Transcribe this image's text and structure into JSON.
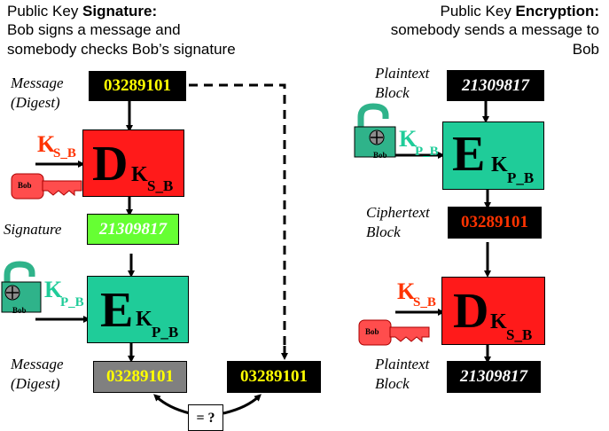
{
  "signature": {
    "title_prefix": "Public Key ",
    "title_bold": "Signature:",
    "line2": "Bob signs a message and",
    "line3": "somebody checks Bob’s signature",
    "message_label_1": "Message",
    "message_label_2": "(Digest)",
    "message_value": "03289101",
    "decrypt_letter": "D",
    "decrypt_key_letter": "K",
    "decrypt_key_sub": "S_B",
    "private_key_letter": "K",
    "private_key_sub": "S_B",
    "private_key_tag": "Bob",
    "signature_label": "Signature",
    "signature_value": "21309817",
    "encrypt_letter": "E",
    "encrypt_key_letter": "K",
    "encrypt_key_sub": "P_B",
    "public_key_letter": "K",
    "public_key_sub": "P_B",
    "public_key_tag": "Bob",
    "result_label_1": "Message",
    "result_label_2": "(Digest)",
    "result_value": "03289101",
    "original_value": "03289101",
    "compare_label": "= ?"
  },
  "encryption": {
    "title_prefix": "Public Key ",
    "title_bold": "Encryption:",
    "line2": "somebody sends a message to",
    "line3": "Bob",
    "plaintext_label_1": "Plaintext",
    "plaintext_label_2": "Block",
    "plaintext_value": "21309817",
    "public_key_letter": "K",
    "public_key_sub": "P_B",
    "public_key_tag": "Bob",
    "encrypt_letter": "E",
    "encrypt_key_letter": "K",
    "encrypt_key_sub": "P_B",
    "ciphertext_label_1": "Ciphertext",
    "ciphertext_label_2": "Block",
    "ciphertext_value": "03289101",
    "private_key_letter": "K",
    "private_key_sub": "S_B",
    "private_key_tag": "Bob",
    "decrypt_letter": "D",
    "decrypt_key_letter": "K",
    "decrypt_key_sub": "S_B",
    "result_label_1": "Plaintext",
    "result_label_2": "Block",
    "result_value": "21309817"
  },
  "colors": {
    "black_box": "#000000",
    "yellow_text": "#ffff00",
    "red_box": "#ff1a1a",
    "teal_box": "#1fcc99",
    "green_box": "#66ff33",
    "gray_box": "#808080",
    "orange_red": "#ff3300",
    "teal_key": "#1fcc99",
    "key_red": "#ff3333",
    "lock_teal": "#2fb38a"
  },
  "icons": {
    "private_key": "red-key-icon",
    "public_key": "padlock-icon"
  }
}
